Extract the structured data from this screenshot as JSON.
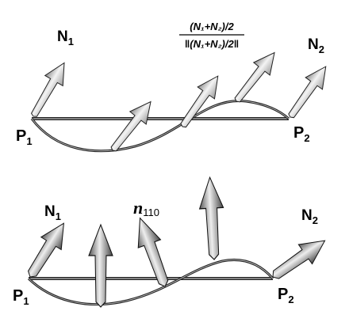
{
  "top": {
    "p1": "P",
    "p1_sub": "1",
    "p2": "P",
    "p2_sub": "2",
    "n1": "N",
    "n1_sub": "1",
    "n2": "N",
    "n2_sub": "2",
    "formula_numerator": "(N₁+N₂)/2",
    "formula_denominator": "‖(N₁+N₂)/2‖"
  },
  "bottom": {
    "p1": "P",
    "p1_sub": "1",
    "p2": "P",
    "p2_sub": "2",
    "n1": "N",
    "n1_sub": "1",
    "n2": "N",
    "n2_sub": "2",
    "n110": "n",
    "n110_sub": "110"
  }
}
